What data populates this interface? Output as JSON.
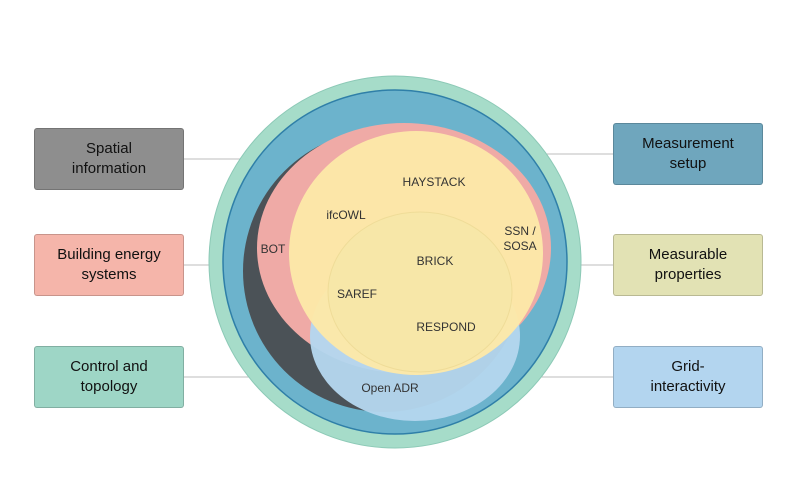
{
  "boxes": {
    "spatial": "Spatial\ninformation",
    "building": "Building energy\nsystems",
    "control": "Control and\ntopology",
    "measurement": "Measurement\nsetup",
    "measurable": "Measurable\nproperties",
    "grid": "Grid-\ninteractivity"
  },
  "ontologies": {
    "haystack": "HAYSTACK",
    "ifcowl": "ifcOWL",
    "bot": "BOT",
    "ssn_line1": "SSN /",
    "ssn_line2": "SOSA",
    "brick": "BRICK",
    "saref": "SAREF",
    "respond": "RESPOND",
    "openadr": "Open ADR"
  },
  "colors": {
    "outer_ring": "#a6dcc9",
    "outer_blue": "#6cb3cc",
    "dark_core": "#4b5257",
    "pink": "#efaaa6",
    "light_blue": "#b4d6ee",
    "yellow": "#fce8a8",
    "inner_yellow": "#f7e7a8",
    "connector": "#bdbdbd"
  }
}
